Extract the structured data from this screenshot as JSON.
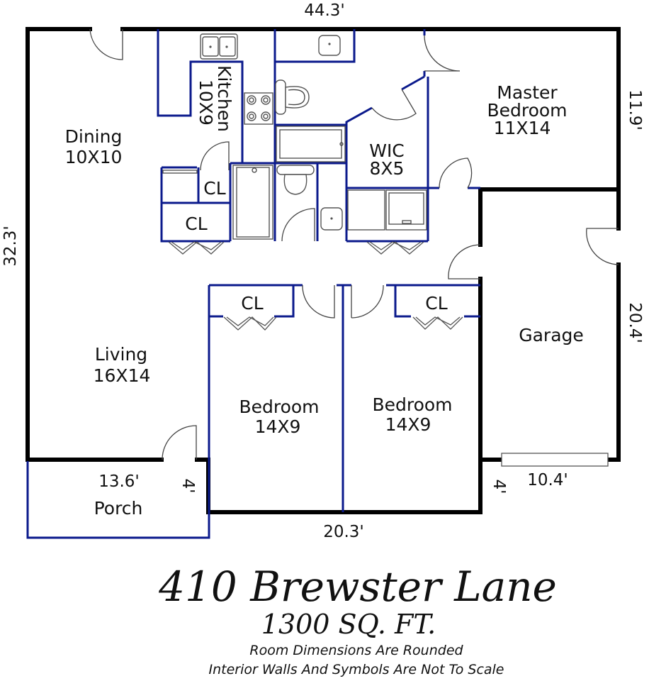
{
  "plan": {
    "address": "410 Brewster Lane",
    "area": "1300 SQ. FT.",
    "notes": [
      "Room Dimensions Are Rounded",
      "Interior Walls And Symbols Are Not To Scale"
    ],
    "colors": {
      "exterior_wall": "#000000",
      "interior_wall": "#0b1a8c",
      "fixture": "#555555",
      "background": "#ffffff"
    }
  },
  "rooms": {
    "dining": {
      "name": "Dining",
      "size": "10X10"
    },
    "kitchen": {
      "name": "Kitchen",
      "size": "10X9"
    },
    "master": {
      "name_line1": "Master",
      "name_line2": "Bedroom",
      "size": "11X14"
    },
    "wic": {
      "name": "WIC",
      "size": "8X5"
    },
    "living": {
      "name": "Living",
      "size": "16X14"
    },
    "bedroom1": {
      "name": "Bedroom",
      "size": "14X9"
    },
    "bedroom2": {
      "name": "Bedroom",
      "size": "14X9"
    },
    "garage": {
      "name": "Garage"
    },
    "porch": {
      "name": "Porch"
    },
    "closets": [
      "CL",
      "CL",
      "CL",
      "CL"
    ]
  },
  "dimensions": {
    "top_width": "44.3'",
    "left_height": "32.3'",
    "master_right": "11.9'",
    "garage_right": "20.4'",
    "garage_bottom": "10.4'",
    "garage_step": "4'",
    "bedroom_bottom": "20.3'",
    "porch_width": "13.6'",
    "porch_depth": "4'"
  }
}
